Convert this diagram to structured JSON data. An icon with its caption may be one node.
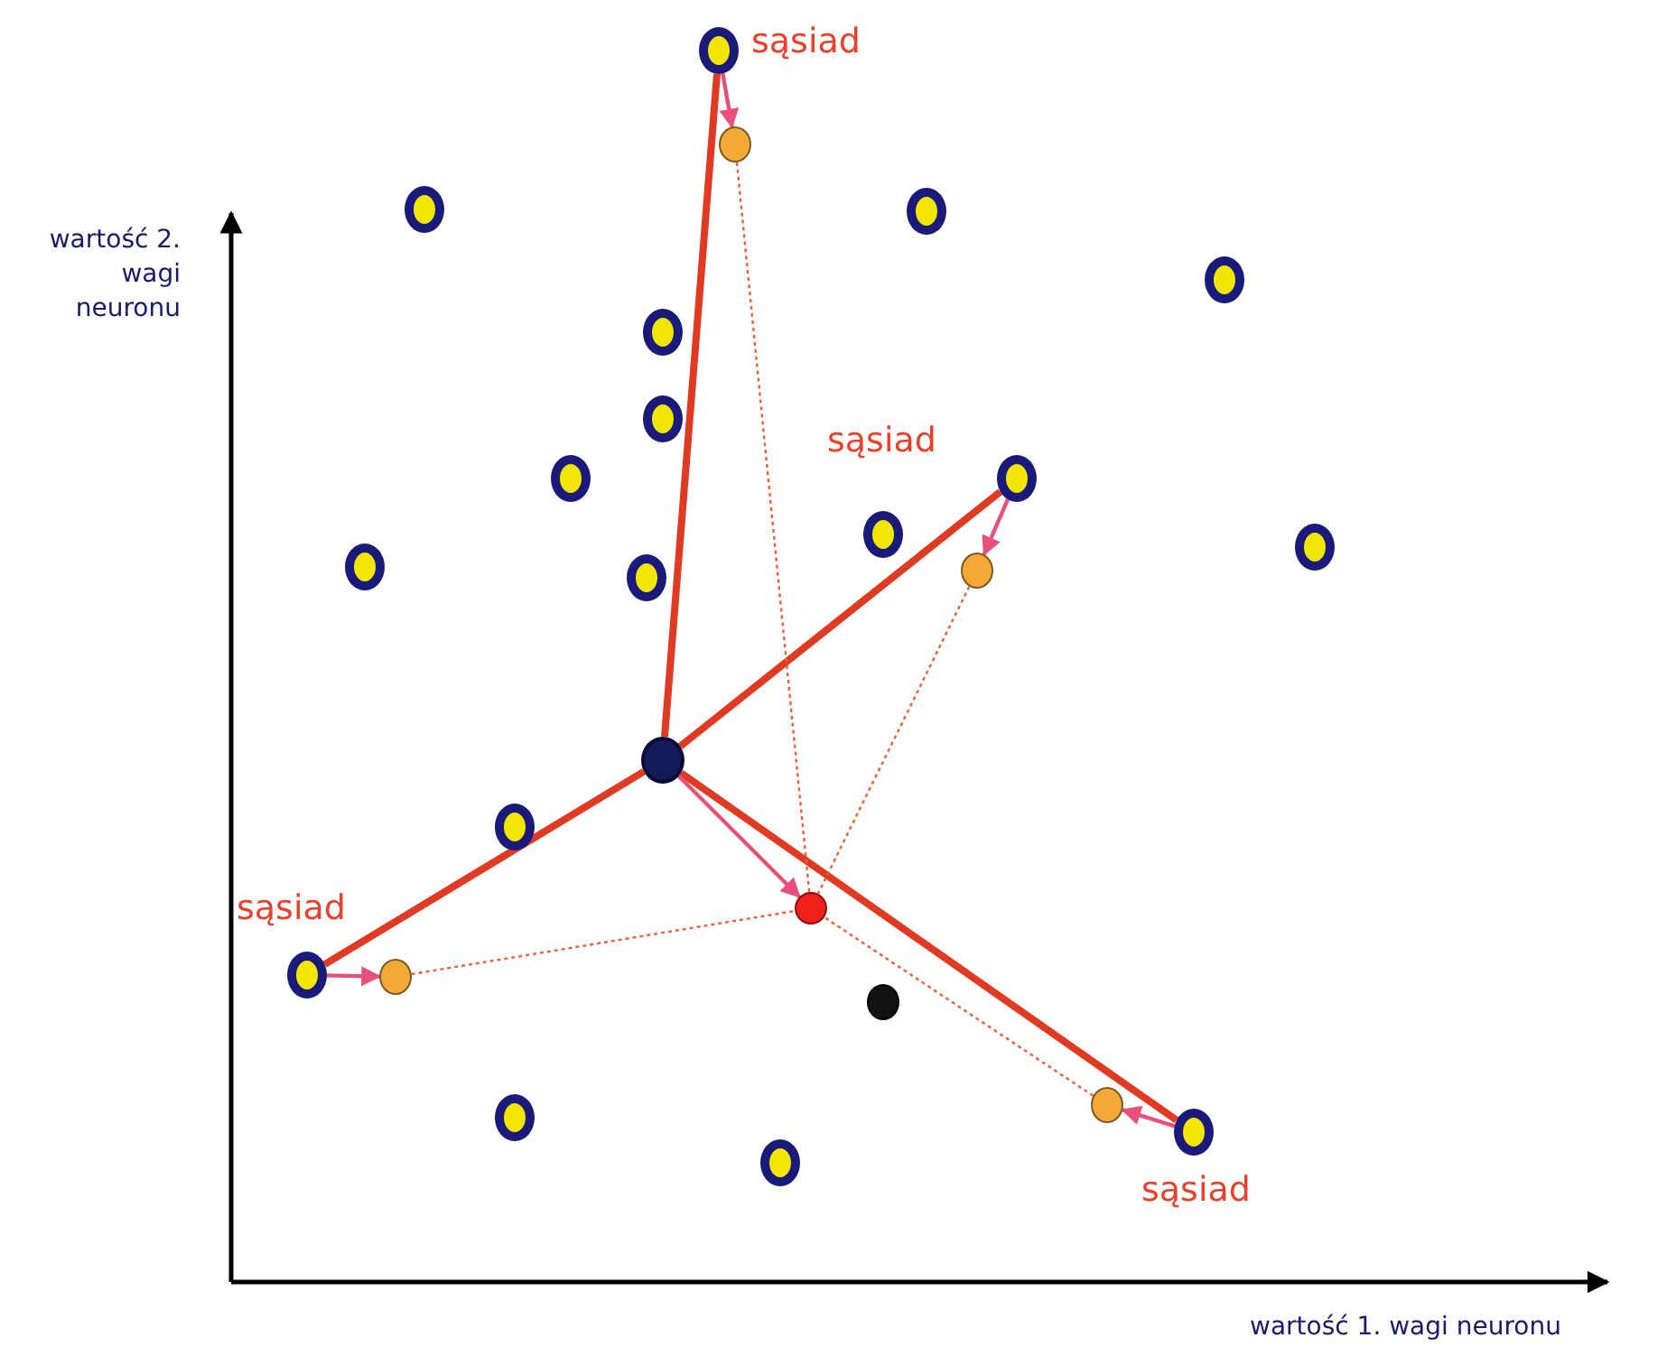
{
  "diagram": {
    "nodes": [
      {
        "text": [],
        "shape": "circle",
        "beside": [
          "sąsiad"
        ]
      },
      {
        "text": [],
        "shape": "circle"
      },
      {
        "text": [],
        "shape": "circle"
      },
      {
        "text": [],
        "shape": "circle"
      },
      {
        "text": [],
        "shape": "circle"
      },
      {
        "text": [],
        "shape": "circle"
      },
      {
        "text": [],
        "shape": "circle"
      },
      {
        "text": [],
        "shape": "circle",
        "beside": [
          "sąsiad"
        ]
      },
      {
        "text": [],
        "shape": "circle"
      },
      {
        "text": [],
        "shape": "circle"
      },
      {
        "text": [],
        "shape": "circle"
      },
      {
        "text": [],
        "shape": "circle"
      },
      {
        "text": [],
        "shape": "circle"
      },
      {
        "text": [],
        "shape": "circle"
      },
      {
        "text": [],
        "shape": "circle"
      },
      {
        "text": [],
        "shape": "circle"
      },
      {
        "text": [],
        "shape": "circle"
      },
      {
        "text": [],
        "shape": "circle",
        "beside": [
          "sąsiad"
        ]
      },
      {
        "text": [],
        "shape": "circle"
      },
      {
        "text": [],
        "shape": "circle"
      },
      {
        "text": [],
        "shape": "circle"
      },
      {
        "text": [],
        "shape": "circle"
      },
      {
        "text": [],
        "shape": "circle",
        "beside": [
          "sąsiad"
        ]
      },
      {
        "text": [],
        "shape": "circle"
      }
    ],
    "edges": [
      {
        "from": 14,
        "to": 0,
        "arrow": "none",
        "style": "thick",
        "color": "#e03a22"
      },
      {
        "from": 14,
        "to": 7,
        "arrow": "none",
        "style": "thick",
        "color": "#e03a22"
      },
      {
        "from": 14,
        "to": 17,
        "arrow": "none",
        "style": "thick",
        "color": "#e03a22"
      },
      {
        "from": 14,
        "to": 22,
        "arrow": "none",
        "style": "thick",
        "color": "#e03a22"
      },
      {
        "from": 0,
        "to": 1,
        "arrow": "to",
        "color": "#e8507a"
      },
      {
        "from": 7,
        "to": 12,
        "arrow": "to",
        "color": "#e8507a"
      },
      {
        "from": 17,
        "to": 18,
        "arrow": "to",
        "color": "#e8507a"
      },
      {
        "from": 22,
        "to": 20,
        "arrow": "to",
        "color": "#e8507a"
      },
      {
        "from": 14,
        "to": 16,
        "arrow": "to",
        "color": "#e8507a"
      },
      {
        "from": 1,
        "to": 16,
        "arrow": "none",
        "style": "dashed",
        "color": "#e86040"
      },
      {
        "from": 12,
        "to": 16,
        "arrow": "none",
        "style": "dashed",
        "color": "#e86040"
      },
      {
        "from": 18,
        "to": 16,
        "arrow": "none",
        "style": "dashed",
        "color": "#e86040"
      },
      {
        "from": 20,
        "to": 16,
        "arrow": "none",
        "style": "dashed",
        "color": "#e86040"
      }
    ],
    "labels": [
      "wartość 2. wagi neuronu",
      "wartość 1. wagi neuronu"
    ]
  }
}
